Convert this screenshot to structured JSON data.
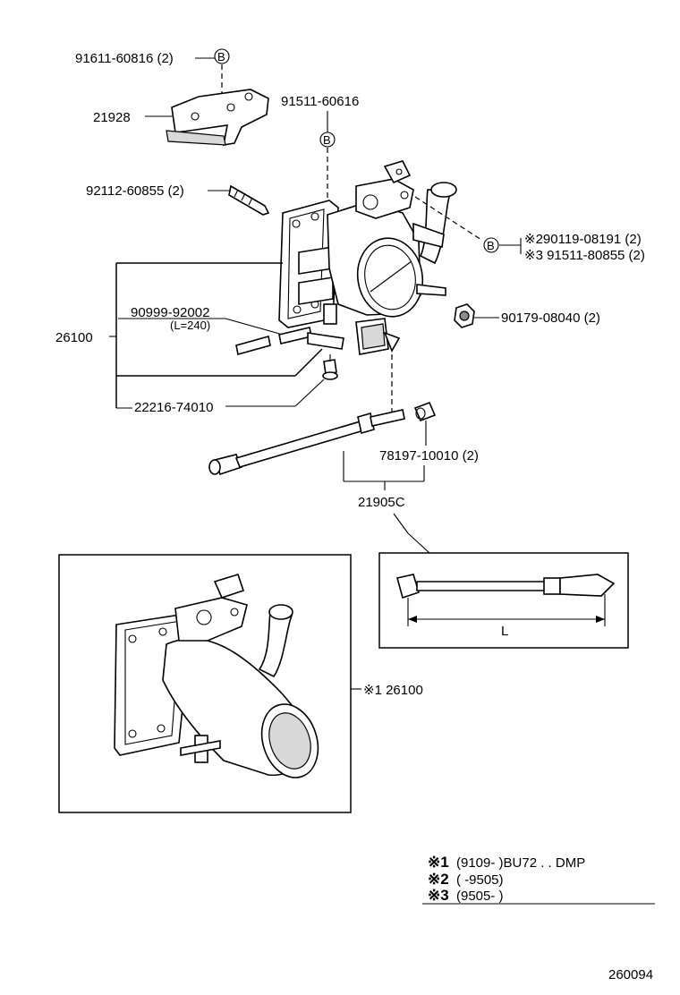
{
  "part_labels": {
    "bolt_bracket": "91611-60816 (2)",
    "bracket": "21928",
    "bolt_top": "91511-60616",
    "stud": "92112-60855 (2)",
    "gasket_a": "※290119-08191 (2)",
    "gasket_b": "※3 91511-80855 (2)",
    "hose": "90999-92002",
    "hose_length": "(L=240)",
    "throttle_body": "26100",
    "nut": "90179-08040 (2)",
    "sensor": "22216-74010",
    "clip": "78197-10010 (2)",
    "cable": "21905C",
    "inset_part": "※1 26100",
    "dimension": "L"
  },
  "callout_letter": "B",
  "footnotes": [
    {
      "mark": "※1",
      "text": "(9109-        )BU72 . . DMP"
    },
    {
      "mark": "※2",
      "text": "(        -9505)"
    },
    {
      "mark": "※3",
      "text": "(9505-        )"
    }
  ],
  "diagram_id": "260094"
}
